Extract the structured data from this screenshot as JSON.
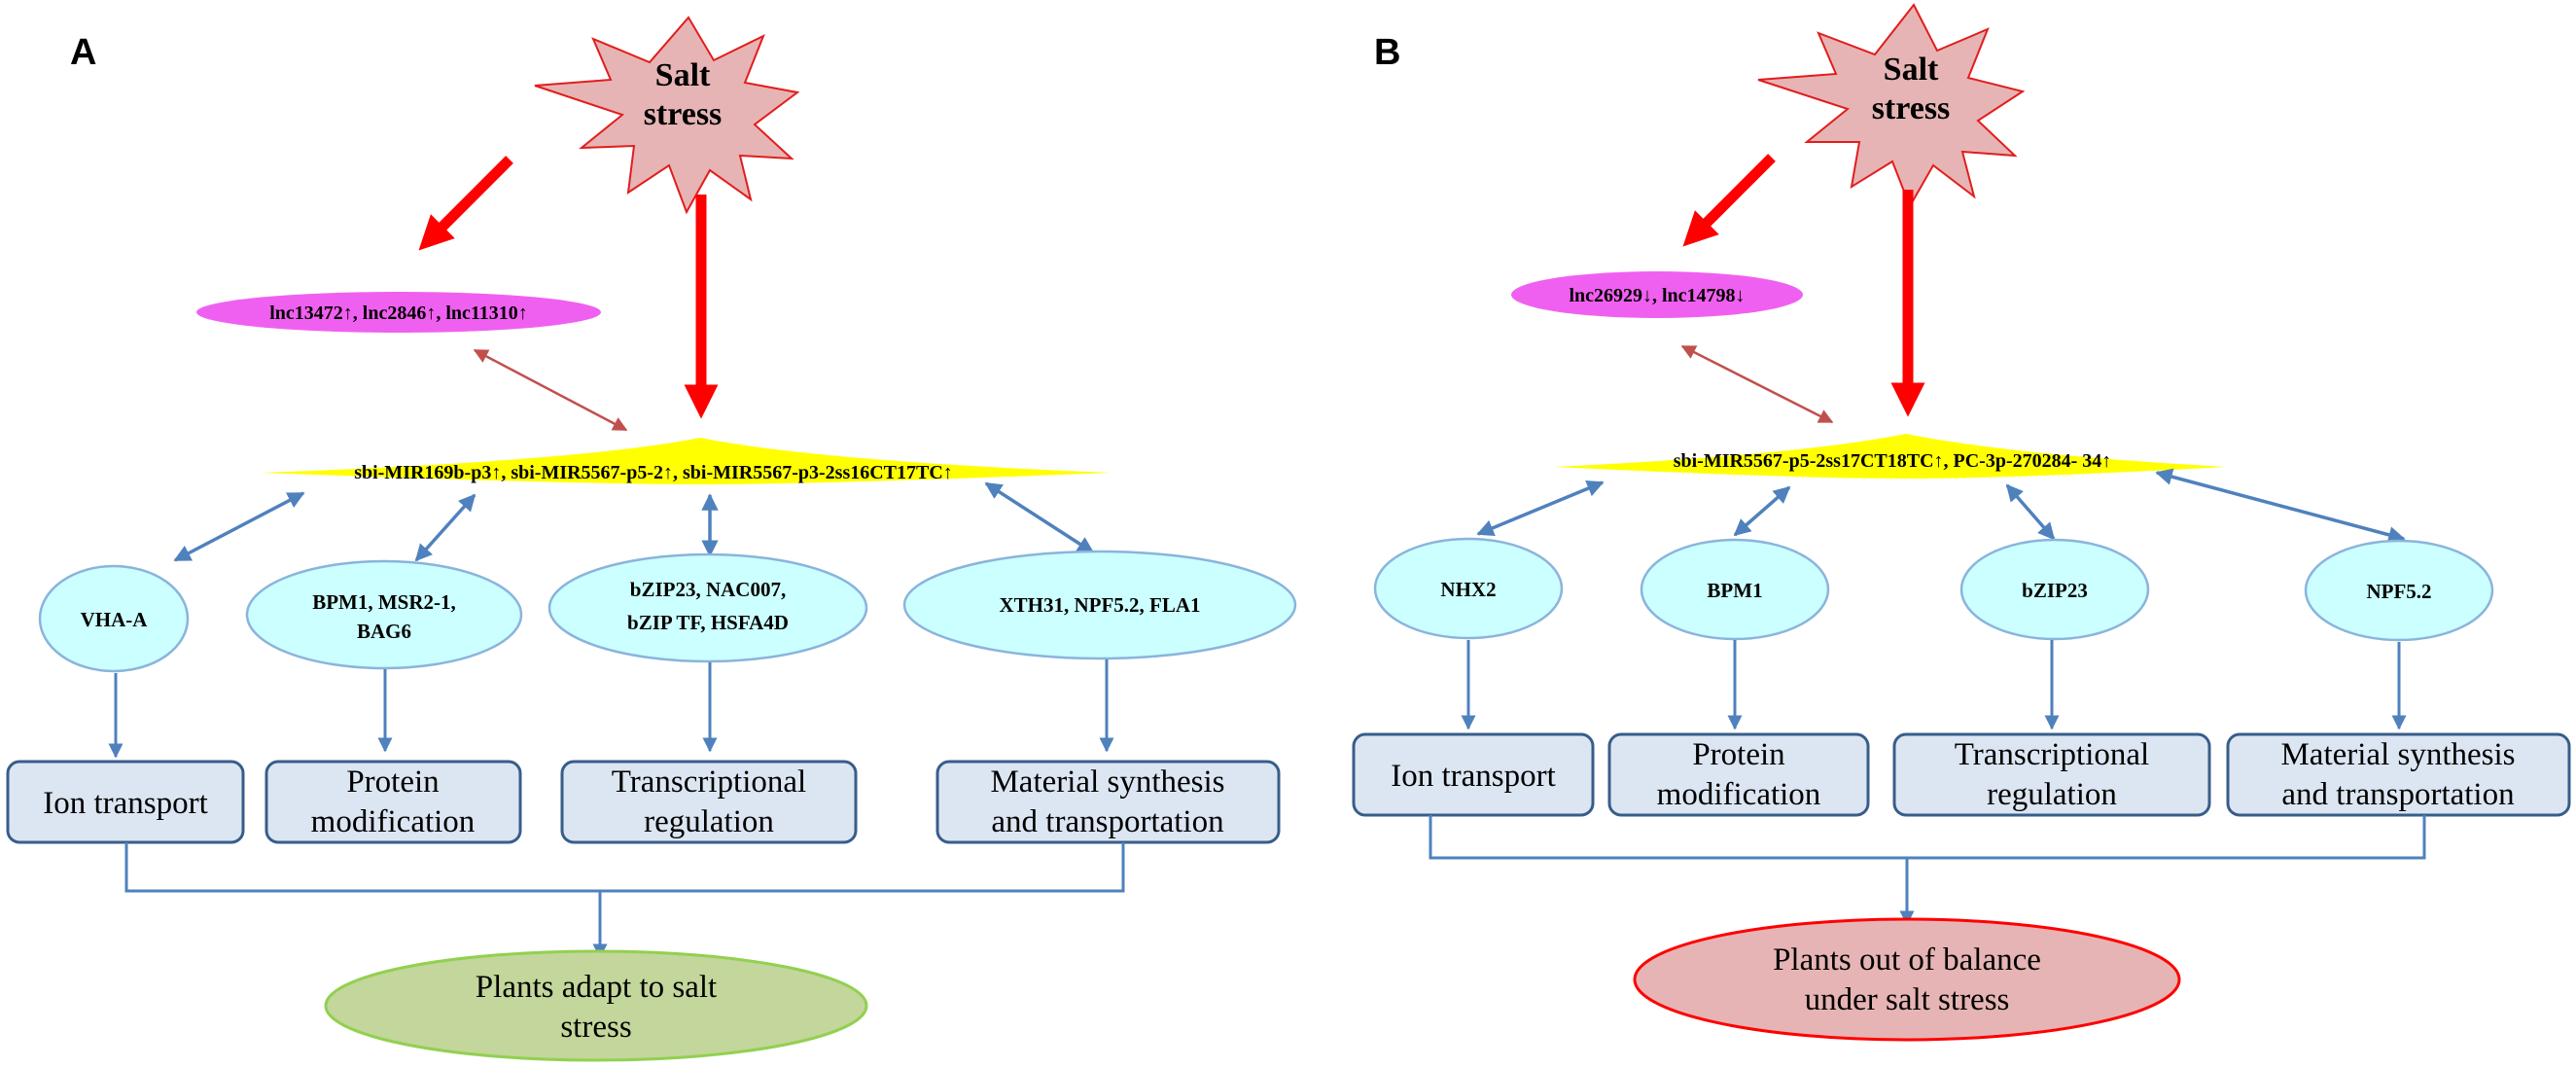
{
  "colors": {
    "burst_fill": "#e6b4b4",
    "burst_stroke": "#e21d1d",
    "red_arrow": "#ff0000",
    "lnc_fill": "#f060f0",
    "mir_fill": "#ffff00",
    "gene_fill": "#ccffff",
    "gene_stroke": "#8ab4dc",
    "blue_line": "#4f81bd",
    "proc_fill": "#dce6f2",
    "proc_stroke": "#385d8a",
    "double_arrow_brown": "#c0504d",
    "outcome_green_fill": "#c3d69b",
    "outcome_green_stroke": "#92d050",
    "outcome_red_fill": "#e6b4b4",
    "outcome_red_stroke": "#ff0000"
  },
  "panelA": {
    "letter": "A",
    "stress": [
      "Salt",
      "stress"
    ],
    "lnc": "lnc13472↑, lnc2846↑, lnc11310↑",
    "mir": "sbi-MIR169b-p3↑, sbi-MIR5567-p5-2↑, sbi-MIR5567-p3-2ss16CT17TC↑",
    "genes": [
      [
        "VHA-A"
      ],
      [
        "BPM1, MSR2-1,",
        "BAG6"
      ],
      [
        "bZIP23, NAC007,",
        "bZIP TF, HSFA4D"
      ],
      [
        "XTH31, NPF5.2, FLA1"
      ]
    ],
    "processes": [
      [
        "Ion transport"
      ],
      [
        "Protein",
        "modification"
      ],
      [
        "Transcriptional",
        "regulation"
      ],
      [
        "Material synthesis",
        "and transportation"
      ]
    ],
    "outcome": [
      "Plants adapt to salt",
      "stress"
    ]
  },
  "panelB": {
    "letter": "B",
    "stress": [
      "Salt",
      "stress"
    ],
    "lnc": "lnc26929↓, lnc14798↓",
    "mir": "sbi-MIR5567-p5-2ss17CT18TC↑, PC-3p-270284- 34↑",
    "genes": [
      [
        "NHX2"
      ],
      [
        "BPM1"
      ],
      [
        "bZIP23"
      ],
      [
        "NPF5.2"
      ]
    ],
    "processes": [
      [
        "Ion transport"
      ],
      [
        "Protein",
        "modification"
      ],
      [
        "Transcriptional",
        "regulation"
      ],
      [
        "Material synthesis",
        "and transportation"
      ]
    ],
    "outcome": [
      "Plants out of balance",
      "under salt stress"
    ]
  }
}
